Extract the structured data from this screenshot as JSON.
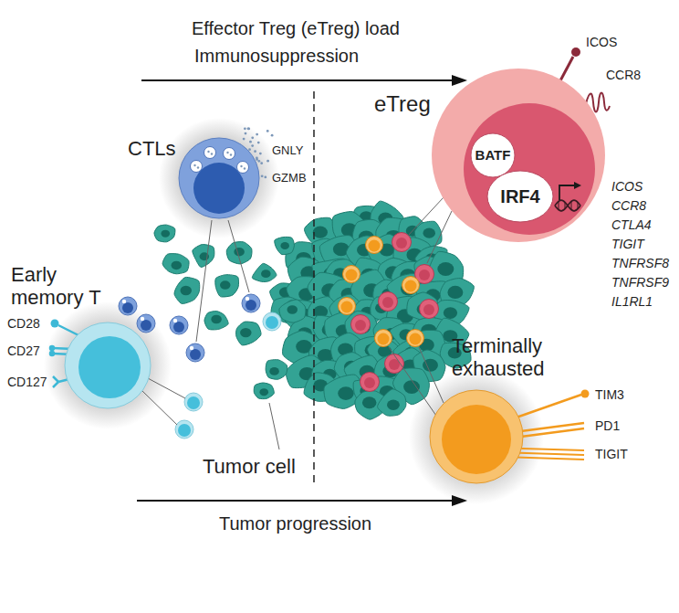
{
  "diagram": {
    "nodes": [
      {
        "text": [
          "CTLs"
        ]
      },
      {
        "text": [
          "Early memory T"
        ]
      },
      {
        "text": [
          "eTreg"
        ]
      },
      {
        "text": [
          "BATF"
        ],
        "in": 2
      },
      {
        "text": [
          "IRF4"
        ],
        "in": 2
      },
      {
        "text": [
          "Terminally exhausted"
        ]
      }
    ],
    "labels": [
      "Effector Treg (eTreg) load",
      "Immunosuppression",
      "GNLY",
      "GZMB",
      "CD28",
      "CD27",
      "CD127",
      "Tumor cell",
      "ICOS",
      "CCR8",
      "ICOS",
      "CCR8",
      "CTLA4",
      "TIGIT",
      "TNFRSF8",
      "TNFRSF9",
      "IL1RL1",
      "TIM3",
      "PD1",
      "TIGIT",
      "Tumor progression"
    ]
  }
}
